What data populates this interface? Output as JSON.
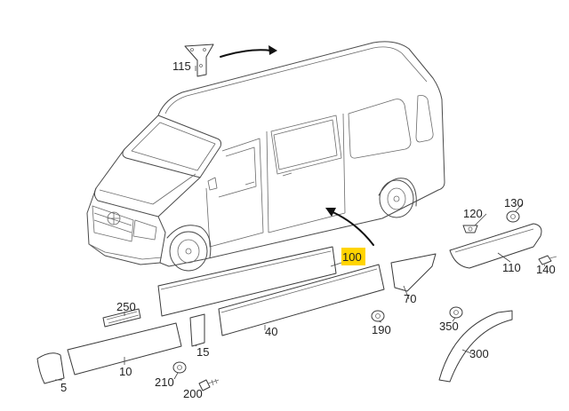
{
  "parts": {
    "p115": "115",
    "p100": "100",
    "p120": "120",
    "p130": "130",
    "p110": "110",
    "p140": "140",
    "p70": "70",
    "p250": "250",
    "p190": "190",
    "p350": "350",
    "p40": "40",
    "p15": "15",
    "p300": "300",
    "p10": "10",
    "p210": "210",
    "p200": "200",
    "p5": "5"
  },
  "colors": {
    "highlight": "#ffd400",
    "line": "#4a4a4a"
  }
}
